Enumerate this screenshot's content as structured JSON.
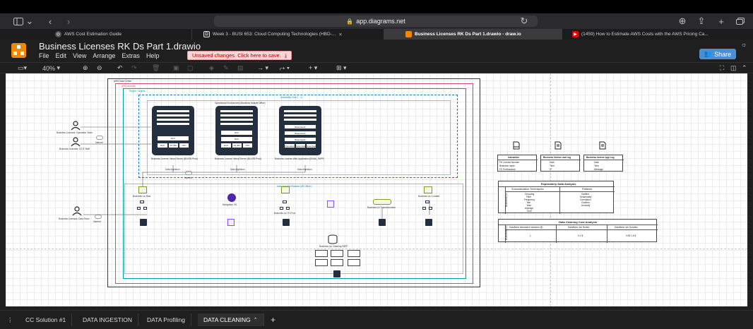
{
  "browser": {
    "url": "app.diagrams.net",
    "tabs": [
      {
        "title": "AWS Cost Estimation Guide",
        "active": false
      },
      {
        "title": "Week 3 - BUSI 653: Cloud Computing Technologies (HBD-...",
        "active": false
      },
      {
        "title": "Business Licenses RK Ds Part 1.drawio - draw.io",
        "active": true
      },
      {
        "title": "(1459) How to Estimate AWS Costs with the AWS Pricing Ca...",
        "active": false
      }
    ]
  },
  "app": {
    "doc_title": "Business Licenses RK Ds Part 1.drawio",
    "menus": [
      "File",
      "Edit",
      "View",
      "Arrange",
      "Extras",
      "Help"
    ],
    "unsaved": "Unsaved changes. Click here to save.",
    "share": "Share",
    "zoom": "40%"
  },
  "page_tabs": [
    "CC Solution #1",
    "DATA INGESTION",
    "DATA Profiling",
    "DATA CLEANING"
  ],
  "active_page": "DATA CLEANING",
  "diagram": {
    "aws_cloud": "AWS Data Center",
    "aws_account": "AWS Account",
    "region": "Region: Virginia",
    "az": "Availability Zone 1 - a",
    "az_inner": "Operational Environment (Business Analyst Office)",
    "dap": "Data Analysis Platform (SR Office)",
    "users": [
      "Business Licenses: Operation Team",
      "Business Licenses: DCIT Staff",
      "Business Licenses: Data Team"
    ],
    "internet": "Internet",
    "servers": [
      {
        "caption": "Business License Virtual Server (BLVSR-Prod)",
        "bays": [
          "EC2",
          "S3 (Bk)",
          "NFC"
        ],
        "rows": [
          "EC2"
        ]
      },
      {
        "caption": "Business License Virtual Server (BLVSR-Prod)",
        "bays": [
          "EC2",
          "S3 (Bk)",
          "NFC"
        ],
        "rows": [
          "EC2",
          "EC2"
        ]
      },
      {
        "caption": "Business License Web Application (BLWA_PAPP)",
        "bays": [
          "Bssemiweb",
          "Bssemiweb",
          "Bssemiweb"
        ],
        "rows": [
          "Bssemiweb",
          "Bssemiweb",
          "Bssemiweb"
        ]
      }
    ],
    "data_ingestion": "Data Ingestion",
    "s3_raw": "Business Lic Raw",
    "glue": "Navigation DS",
    "s3_trf": "Business Lic Trf Prod",
    "s3_curated": "Business Lic Curated",
    "dms": "Business Lic Transformation",
    "rds": "Business Lic Cleaning PAPP",
    "eda": {
      "title": "Exploratory Data Analysis",
      "side": "Business Lic",
      "headers": [
        "Summarization Techniques",
        "Patterns"
      ],
      "left": [
        "Grouping",
        "Filter",
        "Frequency",
        "Min",
        "Max",
        "Average",
        "Sum"
      ],
      "right": [
        "Outliers",
        "Seasonality",
        "Correlation",
        "Clusters",
        "Anomaly"
      ]
    },
    "cost": {
      "title": "Data Cleaning Cost Analysis",
      "side": "Business Lic",
      "headers": [
        "DataBrew interactive sessions ($)",
        "DataBrew Job Nodes",
        "DataBrew Job Duration"
      ],
      "values": [
        "1",
        "0.1 $",
        "0.05 1.5 $"
      ]
    },
    "entities": [
      {
        "title": "Interactive",
        "rows": [
          "PK  License Number",
          "    Business name",
          "FK  Professional"
        ]
      },
      {
        "title": "Business license user log",
        "rows": [
          "Date",
          "Time",
          "IP"
        ]
      },
      {
        "title": "Business license App Log",
        "rows": [
          "Date",
          "Time",
          "Message"
        ]
      }
    ]
  }
}
